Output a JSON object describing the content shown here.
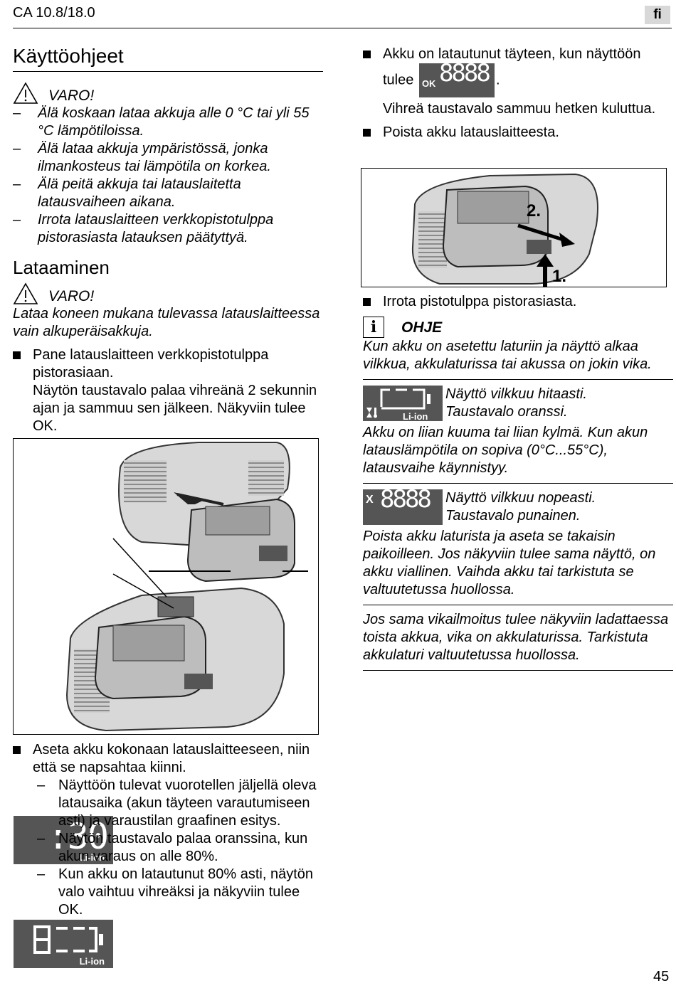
{
  "header": {
    "model": "CA 10.8/18.0",
    "lang": "fi"
  },
  "left": {
    "title": "Käyttöohjeet",
    "warning1": {
      "label": "VARO!",
      "items": [
        "Älä koskaan lataa akkuja alle 0 °C tai yli 55 °C lämpötiloissa.",
        "Älä lataa akkuja ympäristössä, jonka ilmankosteus tai lämpötila on korkea.",
        "Älä peitä akkuja tai latauslaitetta latausvaiheen aikana.",
        "Irrota latauslaitteen verkkopistotulppa pistorasiasta latauksen päätyttyä."
      ]
    },
    "section2_title": "Lataaminen",
    "warning2": {
      "label": "VARO!",
      "text": "Lataa koneen mukana tulevassa latauslaitteessa vain alkuperäisakkuja."
    },
    "bullet1": "Pane latauslaitteen verkkopistotulppa pistorasiaan.",
    "bullet1_note": "Näytön taustavalo palaa vihreänä 2 sekunnin ajan ja sammuu sen jälkeen. Näkyviin tulee OK.",
    "figure1": {
      "display_top_digits": ":30",
      "display_label": "Li-ion"
    },
    "bullet2": "Aseta akku kokonaan latauslaitteeseen, niin että se napsahtaa kiinni.",
    "sub_items": [
      "Näyttöön tulevat vuorotellen jäljellä oleva latausaika (akun täyteen varautumiseen asti) ja varaustilan graafinen esitys.",
      "Näytön taustavalo palaa oranssina, kun akun varaus on alle 80%.",
      "Kun akku on latautunut 80% asti, näytön valo vaihtuu vihreäksi ja näkyviin tulee OK."
    ]
  },
  "right": {
    "bullet1_a": "Akku on latautunut täyteen, kun näyttöön tulee",
    "bullet1_b": ".",
    "ok_display": {
      "ok": "OK",
      "digits": "8888"
    },
    "bullet1_note": "Vihreä taustavalo sammuu hetken kuluttua.",
    "bullet2": "Poista akku latauslaitteesta.",
    "figure2": {
      "step1": "1.",
      "step2": "2."
    },
    "bullet3": "Irrota pistotulppa pistorasiasta.",
    "info": {
      "icon": "i",
      "label": "OHJE",
      "text": "Kun akku on asetettu laturiin ja näyttö alkaa vilkkua, akkulaturissa tai akussa on jokin vika."
    },
    "slow": {
      "display_label": "Li-ion",
      "line1": "Näyttö vilkkuu hitaasti.",
      "line2": "Taustavalo oranssi.",
      "text": "Akku on liian kuuma tai liian kylmä. Kun akun latauslämpötila on sopiva (0°C...55°C), latausvaihe käynnistyy."
    },
    "fast": {
      "display_x": "X",
      "display_digits": "8888",
      "line1": "Näyttö vilkkuu nopeasti.",
      "line2": "Taustavalo punainen.",
      "text": "Poista akku laturista ja aseta se takaisin paikoilleen. Jos näkyviin tulee sama näyttö, on akku viallinen. Vaihda akku tai tarkistuta se valtuutetussa huollossa."
    },
    "final_note": "Jos sama vikailmoitus tulee näkyviin ladattaessa toista akkua, vika on akkulaturissa. Tarkistuta akkulaturi valtuutetussa huollossa."
  },
  "page_number": "45"
}
